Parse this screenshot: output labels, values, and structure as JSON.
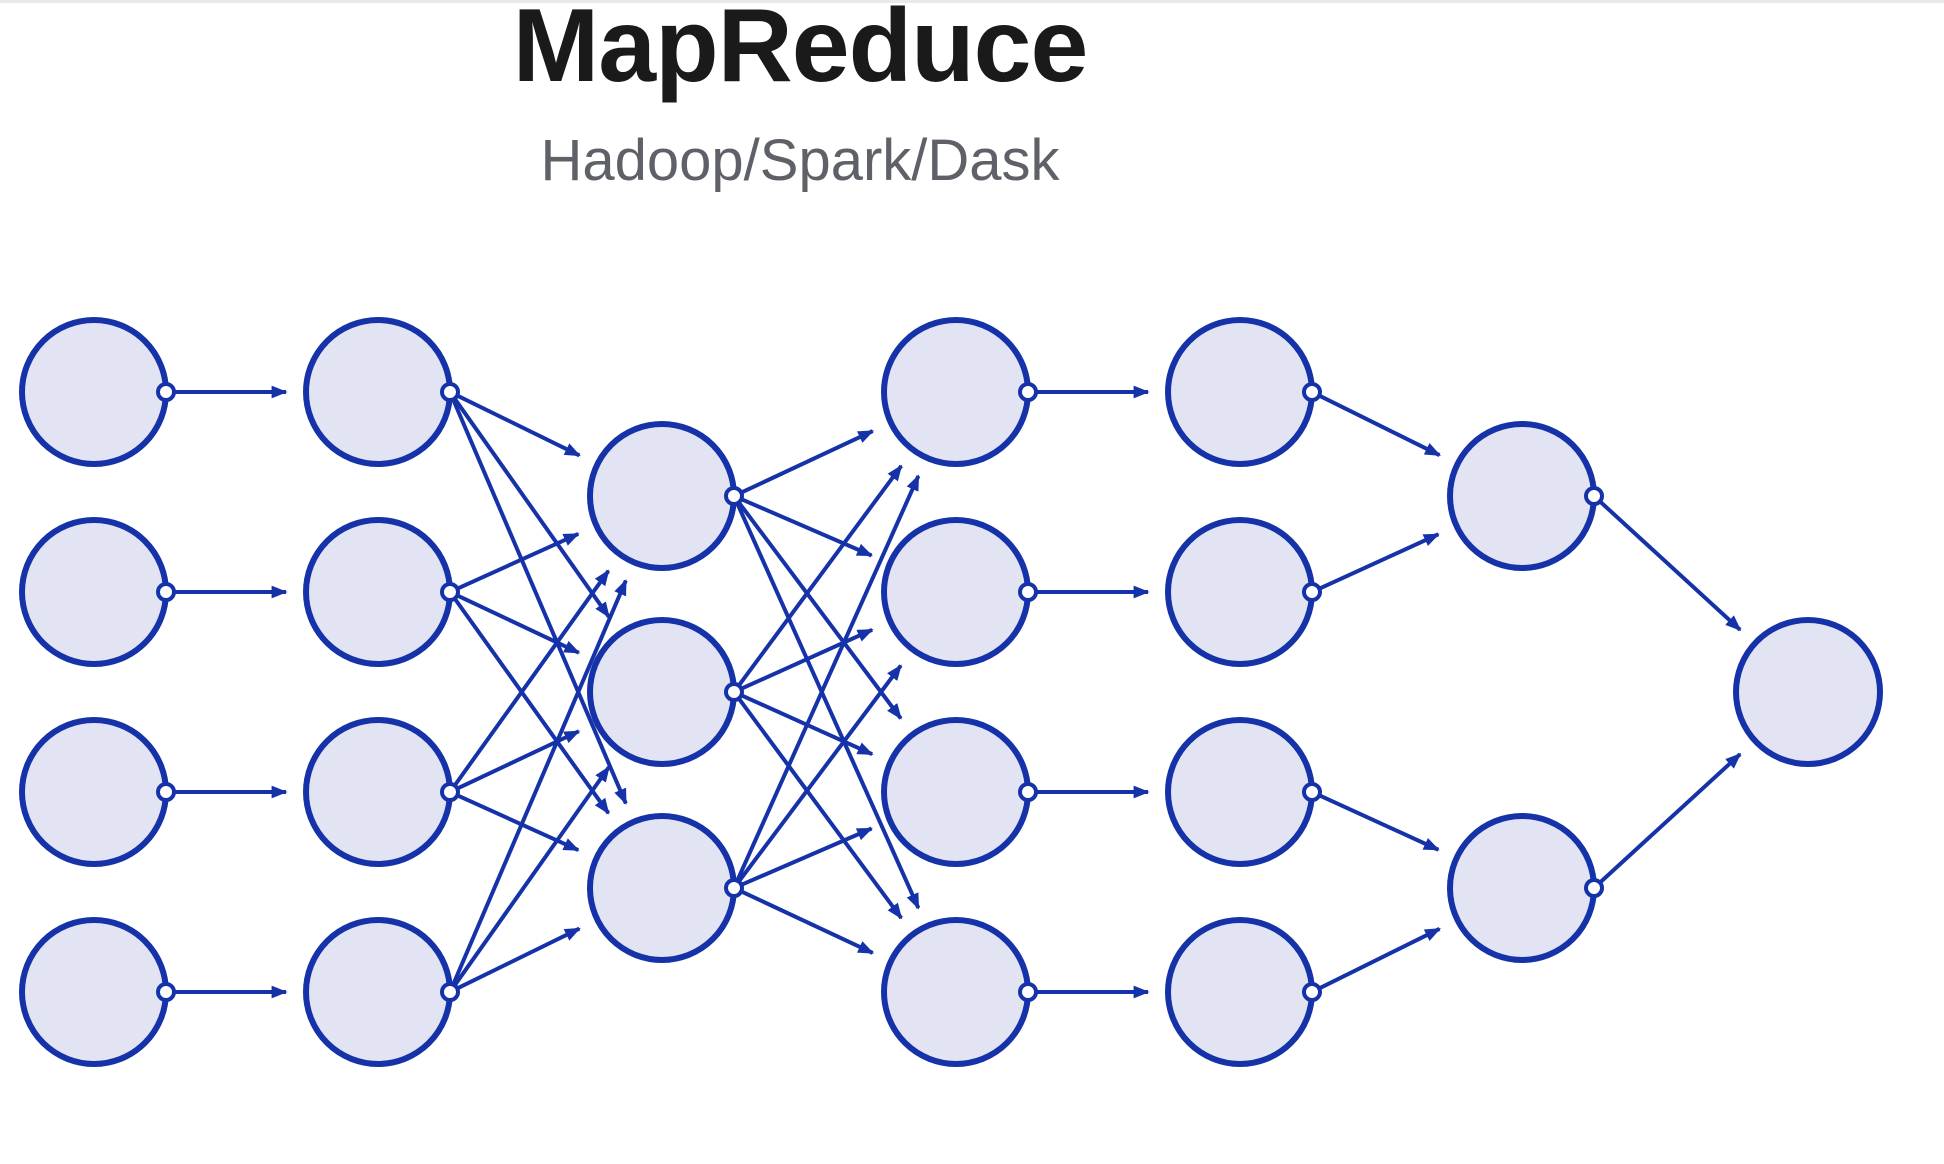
{
  "title": "MapReduce",
  "subtitle": "Hadoop/Spark/Dask",
  "colors": {
    "node_fill": "#e2e4f4",
    "node_stroke": "#1532a9",
    "edge": "#1532a9",
    "port_fill": "#ffffff",
    "title": "#1a1a1a",
    "subtitle": "#5f6168"
  },
  "graph": {
    "columns": [
      4,
      4,
      3,
      4,
      4,
      2,
      1
    ],
    "edges": [
      [
        "0.0",
        "1.0"
      ],
      [
        "0.1",
        "1.1"
      ],
      [
        "0.2",
        "1.2"
      ],
      [
        "0.3",
        "1.3"
      ],
      [
        "1.0",
        "2.0"
      ],
      [
        "1.0",
        "2.1"
      ],
      [
        "1.0",
        "2.2"
      ],
      [
        "1.1",
        "2.0"
      ],
      [
        "1.1",
        "2.1"
      ],
      [
        "1.1",
        "2.2"
      ],
      [
        "1.2",
        "2.0"
      ],
      [
        "1.2",
        "2.1"
      ],
      [
        "1.2",
        "2.2"
      ],
      [
        "1.3",
        "2.0"
      ],
      [
        "1.3",
        "2.1"
      ],
      [
        "1.3",
        "2.2"
      ],
      [
        "2.0",
        "3.0"
      ],
      [
        "2.0",
        "3.1"
      ],
      [
        "2.0",
        "3.2"
      ],
      [
        "2.0",
        "3.3"
      ],
      [
        "2.1",
        "3.0"
      ],
      [
        "2.1",
        "3.1"
      ],
      [
        "2.1",
        "3.2"
      ],
      [
        "2.1",
        "3.3"
      ],
      [
        "2.2",
        "3.0"
      ],
      [
        "2.2",
        "3.1"
      ],
      [
        "2.2",
        "3.2"
      ],
      [
        "2.2",
        "3.3"
      ],
      [
        "3.0",
        "4.0"
      ],
      [
        "3.1",
        "4.1"
      ],
      [
        "3.2",
        "4.2"
      ],
      [
        "3.3",
        "4.3"
      ],
      [
        "4.0",
        "5.0"
      ],
      [
        "4.1",
        "5.0"
      ],
      [
        "4.2",
        "5.1"
      ],
      [
        "4.3",
        "5.1"
      ],
      [
        "5.0",
        "6.0"
      ],
      [
        "5.1",
        "6.0"
      ]
    ]
  }
}
